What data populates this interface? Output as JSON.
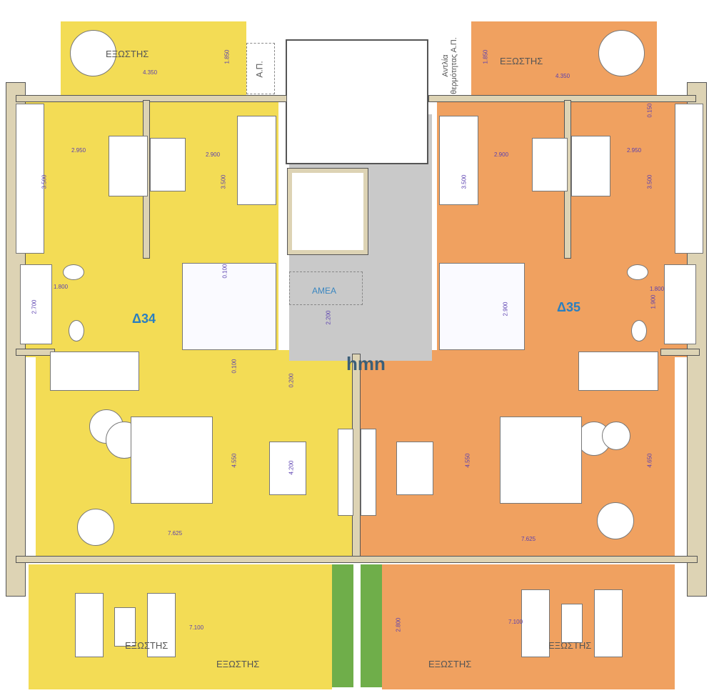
{
  "colors": {
    "unit_34": "#f3dc55",
    "unit_35": "#f0a160",
    "common": "#c9c9c9",
    "planter": "#6fae4a",
    "wall": "#ddd3b4"
  },
  "unit_34": {
    "name": "Δ34",
    "balcony_top": {
      "label": "ΕΞΩΣΤΗΣ",
      "width": "4.350",
      "depth": "1.850",
      "ap": "Α.Π."
    },
    "room_1": {
      "width": "2.950",
      "depth": "3.500"
    },
    "room_2": {
      "width": "2.900",
      "depth": "3.500"
    },
    "bath": {
      "width": "1.800",
      "depth": "2.700"
    },
    "stair_dims": [
      "0.100",
      "0.100",
      "0.200"
    ],
    "living": {
      "width": "7.625",
      "depth": "4.550",
      "depth_2": "4.200"
    },
    "balcony_bottom": {
      "label_1": "ΕΞΩΣΤΗΣ",
      "label_2": "ΕΞΩΣΤΗΣ",
      "width": "7.100"
    }
  },
  "common": {
    "label": "AMEA",
    "dim": "2.200"
  },
  "unit_35": {
    "name": "Δ35",
    "balcony_top": {
      "label": "ΕΞΩΣΤΗΣ",
      "width": "4.350",
      "depth": "1.850",
      "ap": "Αντλία θερμότητας Α.Π.",
      "dim_2": "0.150"
    },
    "room_1": {
      "width": "2.900",
      "depth": "3.500"
    },
    "room_2": {
      "width": "2.950",
      "depth": "3.500"
    },
    "bath": {
      "width": "1.800",
      "depth": "1.900"
    },
    "stair_dim": "2.900",
    "living": {
      "width": "7.625",
      "depth": "4.550",
      "depth_2": "4.650"
    },
    "balcony_bottom": {
      "label_1": "ΕΞΩΣΤΗΣ",
      "label_2": "ΕΞΩΣΤΗΣ",
      "width": "7.100",
      "depth": "2.800"
    }
  },
  "logo": {
    "text": "hmn"
  }
}
